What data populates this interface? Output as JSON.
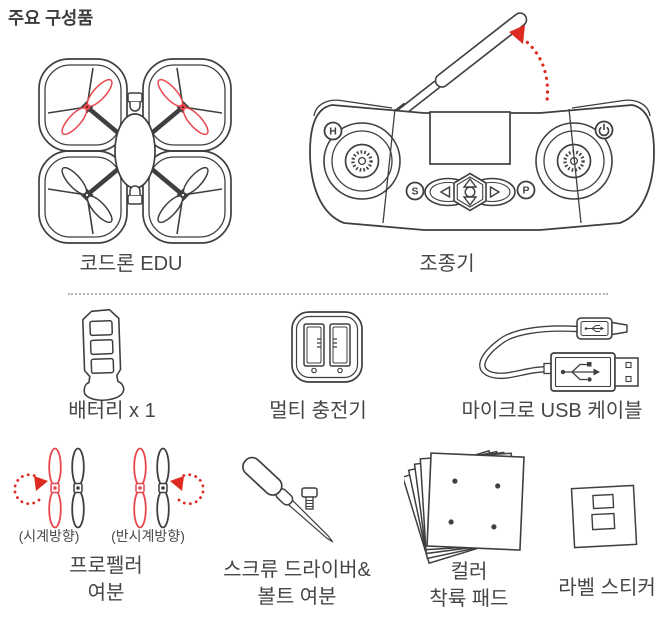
{
  "title": "주요 구성품",
  "colors": {
    "line": "#3f3f3f",
    "text": "#464646",
    "red": "#dd2b22",
    "red_soft": "#e8474d"
  },
  "components": {
    "drone": {
      "label": "코드론 EDU"
    },
    "controller": {
      "label": "조종기",
      "button_h": "H",
      "button_s": "S",
      "button_p": "P"
    },
    "battery": {
      "label": "배터리 x 1"
    },
    "charger": {
      "label": "멀티 충전기"
    },
    "usb_cable": {
      "label": "마이크로 USB 케이블"
    },
    "spare_propellers": {
      "clockwise": "(시계방향)",
      "counterclockwise": "(반시계방향)",
      "label": [
        "프로펠러",
        "여분"
      ]
    },
    "screwdriver": {
      "label": [
        "스크류 드라이버&",
        "볼트 여분"
      ]
    },
    "landing_pads": {
      "label": [
        "컬러",
        "착륙 패드"
      ]
    },
    "label_sticker": {
      "label": "라벨 스티커"
    }
  }
}
